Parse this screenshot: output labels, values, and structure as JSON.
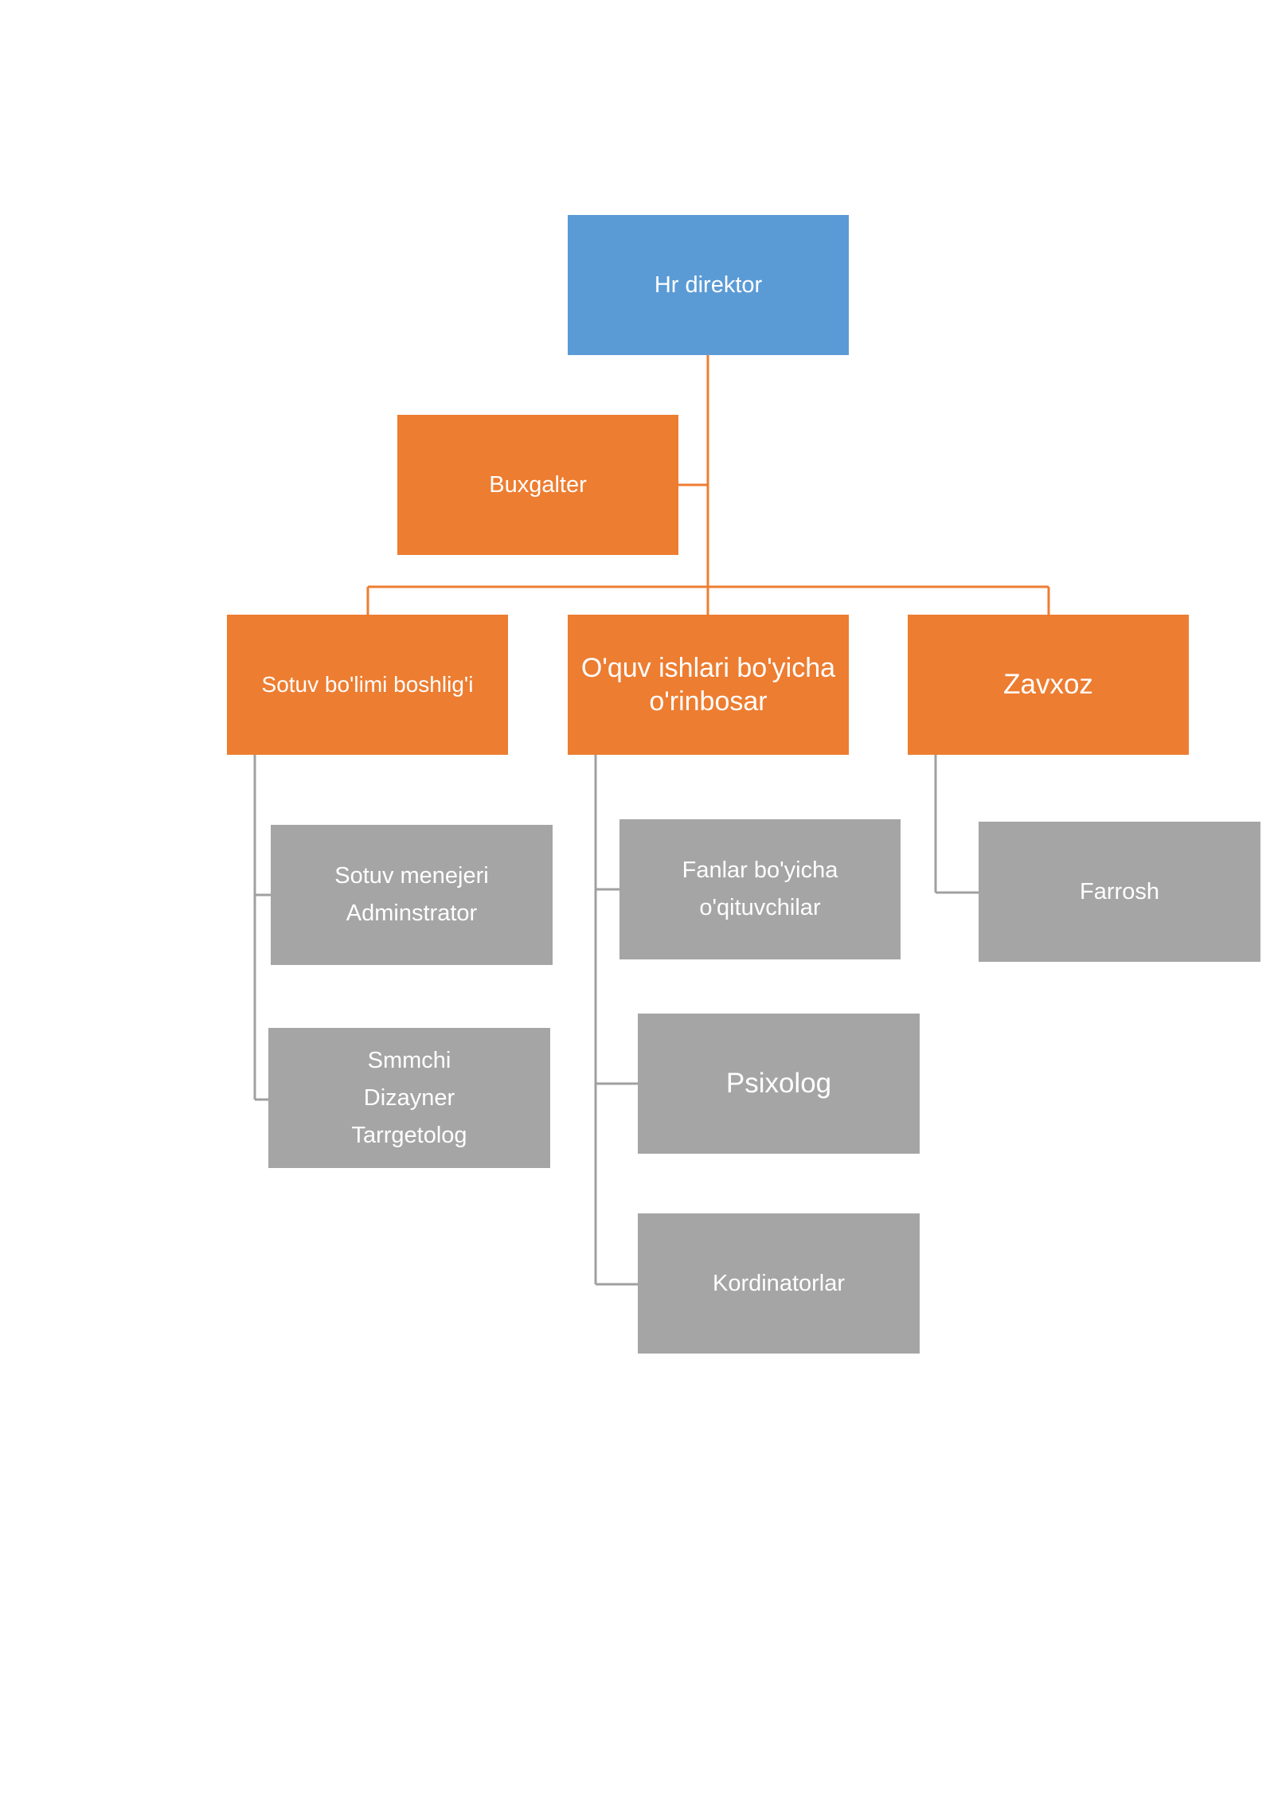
{
  "org_chart": {
    "top": {
      "label": "Hr direktor",
      "color": "#5b9bd5"
    },
    "assistant": {
      "label": "Buxgalter",
      "color": "#ed7d31"
    },
    "level1": [
      {
        "label": "Sotuv bo'limi boshlig'i",
        "color": "#ed7d31"
      },
      {
        "lines": [
          "O'quv ishlari bo'yicha",
          "o'rinbosar"
        ],
        "color": "#ed7d31"
      },
      {
        "label": "Zavxoz",
        "color": "#ed7d31"
      }
    ],
    "level2": {
      "sotuv": [
        {
          "lines": [
            "Sotuv menejeri",
            "Adminstrator"
          ]
        },
        {
          "lines": [
            "Smmchi",
            "Dizayner",
            "Tarrgetolog"
          ]
        }
      ],
      "oquv": [
        {
          "lines": [
            "Fanlar bo'yicha",
            "o'qituvchilar"
          ]
        },
        {
          "label": "Psixolog"
        },
        {
          "label": "Kordinatorlar"
        }
      ],
      "zavxoz": [
        {
          "label": "Farrosh"
        }
      ]
    },
    "colors": {
      "top": "#5b9bd5",
      "manager": "#ed7d31",
      "staff": "#a5a5a5",
      "manager_connector": "#ed7d31",
      "staff_connector": "#a0a0a0"
    }
  }
}
